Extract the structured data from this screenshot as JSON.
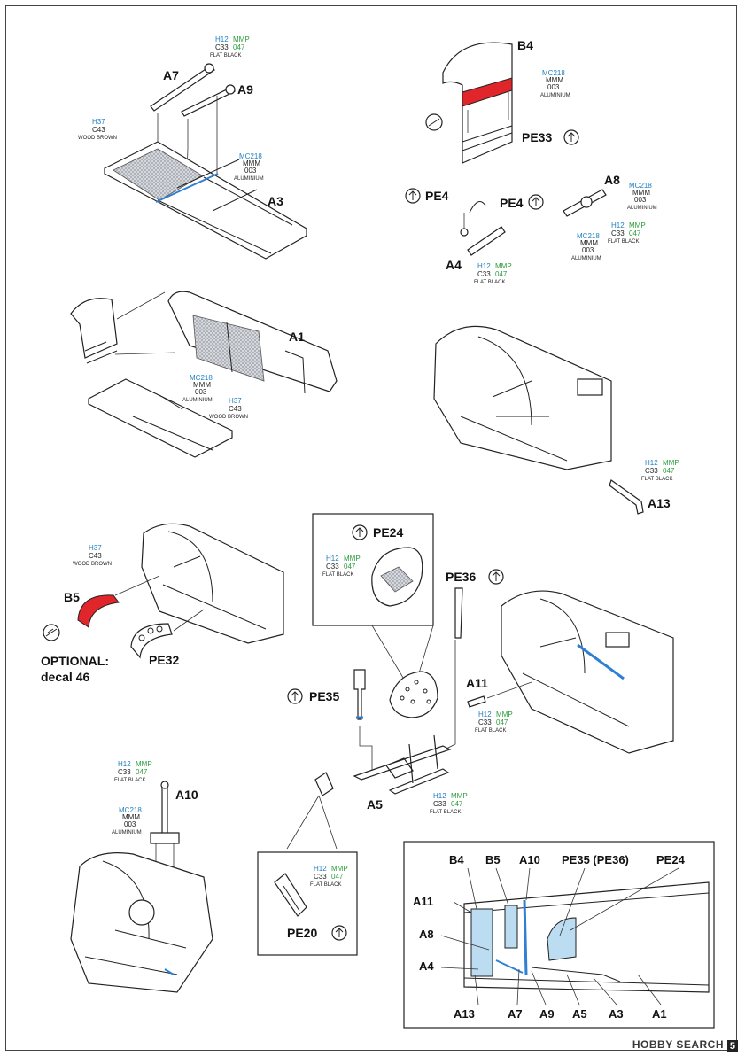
{
  "paint_codes": {
    "flat_black": {
      "h": "H12",
      "mmp": "MMP",
      "c": "C33",
      "num": "047",
      "name": "FLAT BLACK"
    },
    "wood_brown": {
      "h": "H37",
      "c": "C43",
      "name": "WOOD BROWN"
    },
    "aluminium": {
      "mc": "MC218",
      "mmm": "MMM",
      "num": "003",
      "name": "ALUMINIUM"
    }
  },
  "labels": {
    "a1": "A1",
    "a3": "A3",
    "a4": "A4",
    "a5": "A5",
    "a7": "A7",
    "a8": "A8",
    "a9": "A9",
    "a10": "A10",
    "a11": "A11",
    "a13": "A13",
    "b4": "B4",
    "b5": "B5",
    "pe4": "PE4",
    "pe20": "PE20",
    "pe24": "PE24",
    "pe32": "PE32",
    "pe33": "PE33",
    "pe35": "PE35",
    "pe36": "PE36",
    "pe35_pe36": "PE35 (PE36)"
  },
  "optional": {
    "line1": "OPTIONAL:",
    "line2": "decal 46"
  },
  "watermark": "HOBBY SEARCH",
  "page_number": "5",
  "colors": {
    "paint_blue": "#1e7fbf",
    "paint_green": "#2a9b3a",
    "highlight_red": "#e0262a",
    "assembly_blue": "#2f7fd3"
  }
}
